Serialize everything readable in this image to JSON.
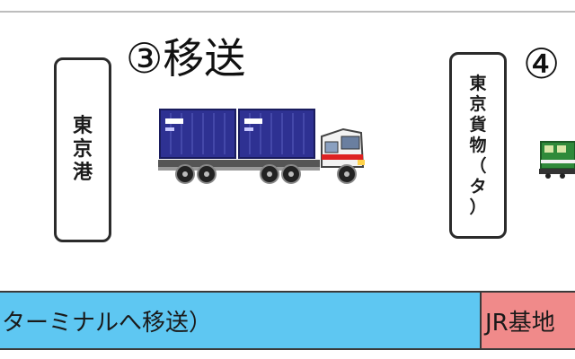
{
  "steps": {
    "step3": {
      "title": "③移送"
    },
    "step4": {
      "title": "④"
    }
  },
  "locations": {
    "tokyo_port": {
      "chars": [
        "東",
        "京",
        "港"
      ]
    },
    "tokyo_freight": {
      "chars": [
        "東",
        "京",
        "貨",
        "物",
        "（",
        "タ",
        "）"
      ]
    }
  },
  "bands": {
    "transport": {
      "text": "ターミナルへ移送）",
      "color": "#5ec7f2"
    },
    "jr_base": {
      "text": "JR基地",
      "color": "#f08a8a"
    }
  },
  "icons": {
    "truck": "container-truck-icon",
    "locomotive": "freight-locomotive-icon"
  }
}
